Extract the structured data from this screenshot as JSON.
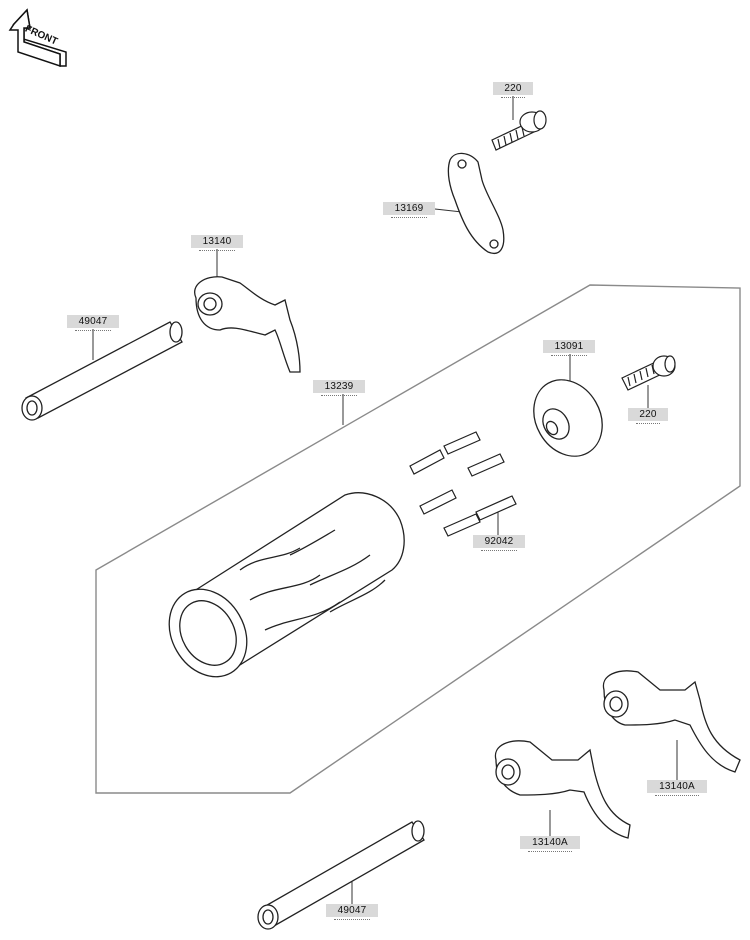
{
  "front_badge": {
    "text": "FRONT",
    "icon": "front-arrow-icon"
  },
  "labels": {
    "bolt_top": "220",
    "plate": "13169",
    "fork_upper": "13140",
    "shaft_upper": "49047",
    "stopper": "13091",
    "drum_assembly": "13239",
    "bolt_right": "220",
    "pins": "92042",
    "fork_lower_right": "13140A",
    "fork_lower_left": "13140A",
    "shaft_lower": "49047"
  }
}
